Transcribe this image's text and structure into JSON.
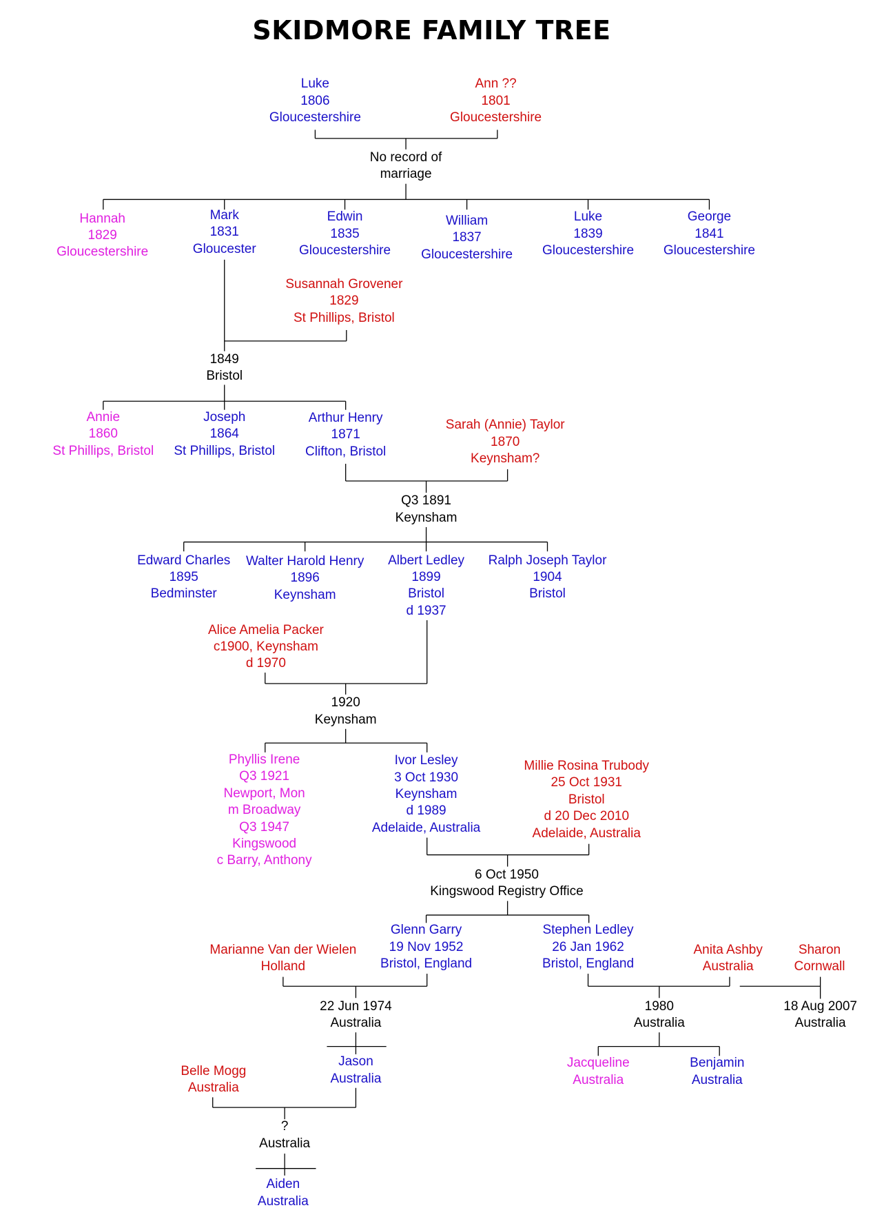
{
  "title": "SKIDMORE FAMILY TREE",
  "colors": {
    "blue": "#1a10c8",
    "red": "#d01010",
    "magenta": "#e020e0",
    "black": "#000000"
  },
  "nodes": [
    {
      "id": "luke-1806",
      "color": "blue",
      "lines": [
        "Luke",
        "1806",
        "Gloucestershire"
      ]
    },
    {
      "id": "ann-1801",
      "color": "red",
      "lines": [
        "Ann ??",
        "1801",
        "Gloucestershire"
      ]
    },
    {
      "id": "marriage-none",
      "color": "black",
      "lines": [
        "No record of",
        "marriage"
      ]
    },
    {
      "id": "hannah",
      "color": "magenta",
      "lines": [
        "Hannah",
        "1829",
        "Gloucestershire"
      ]
    },
    {
      "id": "mark",
      "color": "blue",
      "lines": [
        "Mark",
        "1831",
        "Gloucester"
      ]
    },
    {
      "id": "edwin",
      "color": "blue",
      "lines": [
        "Edwin",
        "1835",
        "Gloucestershire"
      ]
    },
    {
      "id": "william",
      "color": "blue",
      "lines": [
        "William",
        "1837",
        "Gloucestershire"
      ]
    },
    {
      "id": "luke-1839",
      "color": "blue",
      "lines": [
        "Luke",
        "1839",
        "Gloucestershire"
      ]
    },
    {
      "id": "george",
      "color": "blue",
      "lines": [
        "George",
        "1841",
        "Gloucestershire"
      ]
    },
    {
      "id": "susannah",
      "color": "red",
      "lines": [
        "Susannah Grovener",
        "1829",
        "St Phillips, Bristol"
      ]
    },
    {
      "id": "marriage-1849",
      "color": "black",
      "lines": [
        "1849",
        "Bristol"
      ]
    },
    {
      "id": "annie",
      "color": "magenta",
      "lines": [
        "Annie",
        "1860",
        "St Phillips, Bristol"
      ]
    },
    {
      "id": "joseph",
      "color": "blue",
      "lines": [
        "Joseph",
        "1864",
        "St Phillips, Bristol"
      ]
    },
    {
      "id": "arthur",
      "color": "blue",
      "lines": [
        "Arthur Henry",
        "1871",
        "Clifton, Bristol"
      ]
    },
    {
      "id": "sarah",
      "color": "red",
      "lines": [
        "Sarah (Annie) Taylor",
        "1870",
        "Keynsham?"
      ]
    },
    {
      "id": "marriage-1891",
      "color": "black",
      "lines": [
        "Q3 1891",
        "Keynsham"
      ]
    },
    {
      "id": "edward",
      "color": "blue",
      "lines": [
        "Edward Charles",
        "1895",
        "Bedminster"
      ]
    },
    {
      "id": "walter",
      "color": "blue",
      "lines": [
        "Walter Harold Henry",
        "1896",
        "Keynsham"
      ]
    },
    {
      "id": "albert",
      "color": "blue",
      "lines": [
        "Albert Ledley",
        "1899",
        "Bristol",
        "d 1937"
      ]
    },
    {
      "id": "ralph",
      "color": "blue",
      "lines": [
        "Ralph Joseph Taylor",
        "1904",
        "Bristol"
      ]
    },
    {
      "id": "alice",
      "color": "red",
      "lines": [
        "Alice Amelia Packer",
        "c1900, Keynsham",
        "d 1970"
      ]
    },
    {
      "id": "marriage-1920",
      "color": "black",
      "lines": [
        "1920",
        "Keynsham"
      ]
    },
    {
      "id": "phyllis",
      "color": "magenta",
      "lines": [
        "Phyllis Irene",
        "Q3 1921",
        "Newport, Mon",
        "m Broadway",
        "Q3 1947",
        "Kingswood",
        "c Barry, Anthony"
      ]
    },
    {
      "id": "ivor",
      "color": "blue",
      "lines": [
        "Ivor Lesley",
        "3 Oct 1930",
        "Keynsham",
        "d 1989",
        "Adelaide, Australia"
      ]
    },
    {
      "id": "millie",
      "color": "red",
      "lines": [
        "Millie Rosina Trubody",
        "25 Oct 1931",
        "Bristol",
        "d 20 Dec 2010",
        "Adelaide, Australia"
      ]
    },
    {
      "id": "marriage-1950",
      "color": "black",
      "lines": [
        "6 Oct 1950",
        "Kingswood Registry Office"
      ]
    },
    {
      "id": "glenn",
      "color": "blue",
      "lines": [
        "Glenn Garry",
        "19 Nov 1952",
        "Bristol, England"
      ]
    },
    {
      "id": "stephen",
      "color": "blue",
      "lines": [
        "Stephen Ledley",
        "26 Jan 1962",
        "Bristol, England"
      ]
    },
    {
      "id": "marianne",
      "color": "red",
      "lines": [
        "Marianne Van der Wielen",
        "Holland"
      ]
    },
    {
      "id": "anita",
      "color": "red",
      "lines": [
        "Anita Ashby",
        "Australia"
      ]
    },
    {
      "id": "sharon",
      "color": "red",
      "lines": [
        "Sharon",
        "Cornwall"
      ]
    },
    {
      "id": "marriage-1974",
      "color": "black",
      "lines": [
        "22 Jun 1974",
        "Australia"
      ]
    },
    {
      "id": "marriage-1980",
      "color": "black",
      "lines": [
        "1980",
        "Australia"
      ]
    },
    {
      "id": "marriage-2007",
      "color": "black",
      "lines": [
        "18 Aug 2007",
        "Australia"
      ]
    },
    {
      "id": "jason",
      "color": "blue",
      "lines": [
        "Jason",
        "Australia"
      ]
    },
    {
      "id": "belle",
      "color": "red",
      "lines": [
        "Belle Mogg",
        "Australia"
      ]
    },
    {
      "id": "jacqueline",
      "color": "magenta",
      "lines": [
        "Jacqueline",
        "Australia"
      ]
    },
    {
      "id": "benjamin",
      "color": "blue",
      "lines": [
        "Benjamin",
        "Australia"
      ]
    },
    {
      "id": "marriage-unknown",
      "color": "black",
      "lines": [
        "?",
        "Australia"
      ]
    },
    {
      "id": "aiden",
      "color": "blue",
      "lines": [
        "Aiden",
        "Australia"
      ]
    }
  ]
}
